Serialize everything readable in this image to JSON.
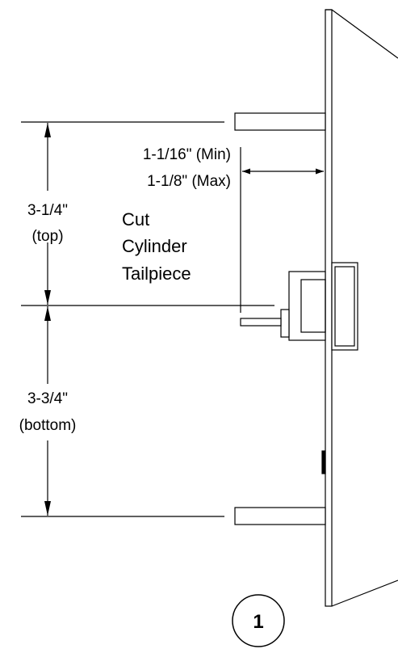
{
  "diagram": {
    "dimensions": {
      "top_height": {
        "line1": "3-1/4\"",
        "line2": "(top)"
      },
      "bottom_height": {
        "line1": "3-3/4\"",
        "line2": "(bottom)"
      },
      "tailpiece_offset": {
        "min": "1-1/16\" (Min)",
        "max": "1-1/8\" (Max)"
      }
    },
    "note": {
      "line1": "Cut",
      "line2": "Cylinder",
      "line3": "Tailpiece"
    },
    "callout": {
      "number": "1"
    }
  },
  "colors": {
    "line": "#000000",
    "background": "#ffffff"
  }
}
